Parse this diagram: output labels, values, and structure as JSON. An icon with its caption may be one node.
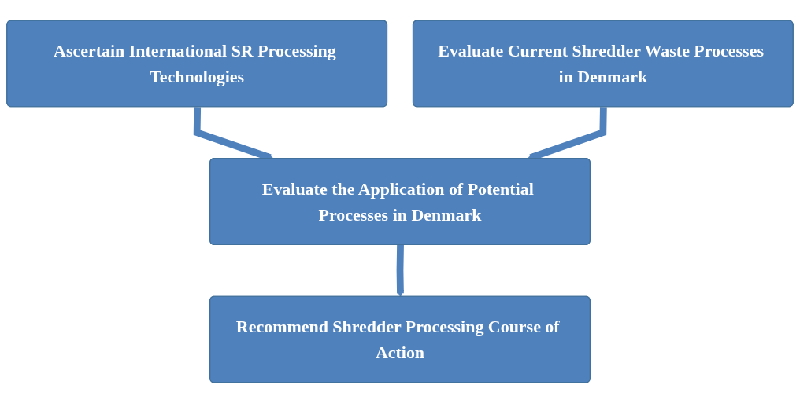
{
  "diagram": {
    "nodes": [
      {
        "text": [
          "Ascertain International SR Processing Technologies"
        ]
      },
      {
        "text": [
          "Evaluate Current Shredder Waste Processes in Denmark"
        ]
      },
      {
        "text": [
          "Evaluate the Application of Potential Processes in Denmark"
        ]
      },
      {
        "text": [
          "Recommend Shredder Processing Course of Action"
        ]
      }
    ],
    "edges": [
      {
        "from": 0,
        "to": 2,
        "arrow": "to"
      },
      {
        "from": 1,
        "to": 2,
        "arrow": "to"
      },
      {
        "from": 2,
        "to": 3,
        "arrow": "to"
      }
    ]
  }
}
